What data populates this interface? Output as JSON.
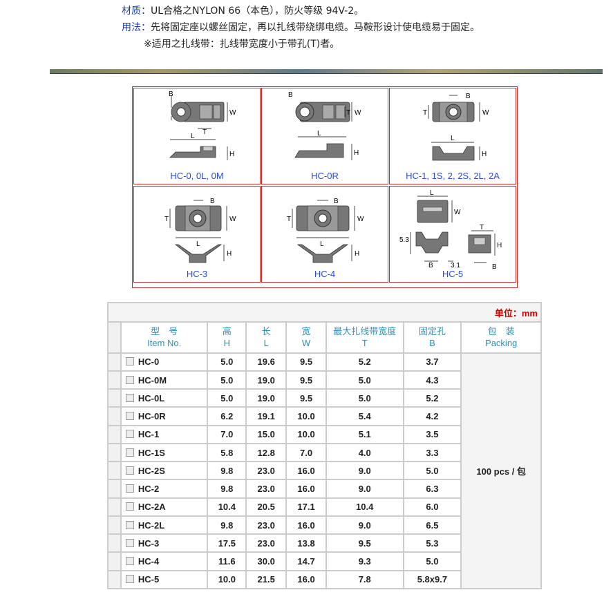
{
  "intro": {
    "material_label": "材质：",
    "material_text": "UL合格之NYLON 66（本色），防火等级 94V-2。",
    "usage_label": "用法：",
    "usage_text": "先将固定座以螺丝固定，再以扎线带绕绑电缆。马鞍形设计使电缆易于固定。",
    "note": "※适用之扎线带：扎线带宽度小于带孔(T)者。"
  },
  "diagrams": [
    {
      "caption": "HC-0, 0L, 0M"
    },
    {
      "caption": "HC-0R"
    },
    {
      "caption": "HC-1, 1S, 2, 2S, 2L, 2A"
    },
    {
      "caption": "HC-3"
    },
    {
      "caption": "HC-4"
    },
    {
      "caption": "HC-5"
    }
  ],
  "dim_letters": {
    "b": "B",
    "w": "W",
    "t": "T",
    "l": "L",
    "h": "H",
    "d53": "5.3",
    "d31": "3.1"
  },
  "table": {
    "unit": "单位：mm",
    "headers": [
      {
        "zh": "型　号",
        "en": "Item No."
      },
      {
        "zh": "高",
        "en": "H"
      },
      {
        "zh": "长",
        "en": "L"
      },
      {
        "zh": "宽",
        "en": "W"
      },
      {
        "zh": "最大扎线带宽度",
        "en": "T"
      },
      {
        "zh": "固定孔",
        "en": "B"
      },
      {
        "zh": "包　装",
        "en": "Packing"
      }
    ],
    "packing": "100 pcs / 包",
    "rows": [
      {
        "item": "HC-0",
        "h": "5.0",
        "l": "19.6",
        "w": "9.5",
        "t": "5.2",
        "b": "3.7"
      },
      {
        "item": "HC-0M",
        "h": "5.0",
        "l": "19.0",
        "w": "9.5",
        "t": "5.0",
        "b": "4.3"
      },
      {
        "item": "HC-0L",
        "h": "5.0",
        "l": "19.0",
        "w": "9.5",
        "t": "5.0",
        "b": "5.2"
      },
      {
        "item": "HC-0R",
        "h": "6.2",
        "l": "19.1",
        "w": "10.0",
        "t": "5.4",
        "b": "4.2"
      },
      {
        "item": "HC-1",
        "h": "7.0",
        "l": "15.0",
        "w": "10.0",
        "t": "5.1",
        "b": "3.5"
      },
      {
        "item": "HC-1S",
        "h": "5.8",
        "l": "12.8",
        "w": "7.0",
        "t": "4.0",
        "b": "3.3"
      },
      {
        "item": "HC-2S",
        "h": "9.8",
        "l": "23.0",
        "w": "16.0",
        "t": "9.0",
        "b": "5.0"
      },
      {
        "item": "HC-2",
        "h": "9.8",
        "l": "23.0",
        "w": "16.0",
        "t": "9.0",
        "b": "6.3"
      },
      {
        "item": "HC-2A",
        "h": "10.4",
        "l": "20.5",
        "w": "17.1",
        "t": "10.4",
        "b": "6.0"
      },
      {
        "item": "HC-2L",
        "h": "9.8",
        "l": "23.0",
        "w": "16.0",
        "t": "9.0",
        "b": "6.5"
      },
      {
        "item": "HC-3",
        "h": "17.5",
        "l": "23.0",
        "w": "13.8",
        "t": "9.5",
        "b": "5.3"
      },
      {
        "item": "HC-4",
        "h": "11.6",
        "l": "30.0",
        "w": "14.7",
        "t": "9.3",
        "b": "5.0"
      },
      {
        "item": "HC-5",
        "h": "10.0",
        "l": "21.5",
        "w": "16.0",
        "t": "7.8",
        "b": "5.8x9.7"
      }
    ]
  }
}
